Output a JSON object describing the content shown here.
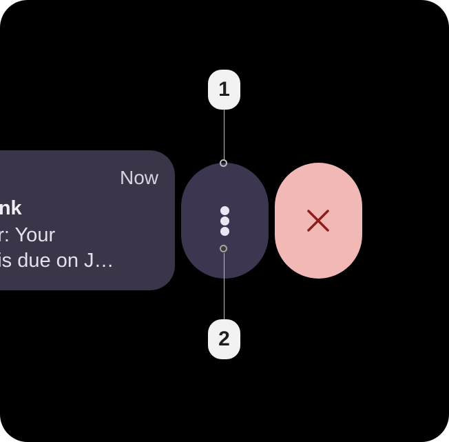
{
  "notification": {
    "time": "Now",
    "app_name": "bank",
    "line1": "der: Your",
    "line2": "nt is due on J…"
  },
  "actions": {
    "more": {
      "icon": "more-vert-icon"
    },
    "dismiss": {
      "icon": "close-icon",
      "color": "#f2b8b5",
      "icon_color": "#8c1d18"
    }
  },
  "callouts": [
    {
      "number": "1"
    },
    {
      "number": "2"
    }
  ],
  "colors": {
    "background": "#000000",
    "card": "#3a3548",
    "more_button": "#3c3650"
  }
}
